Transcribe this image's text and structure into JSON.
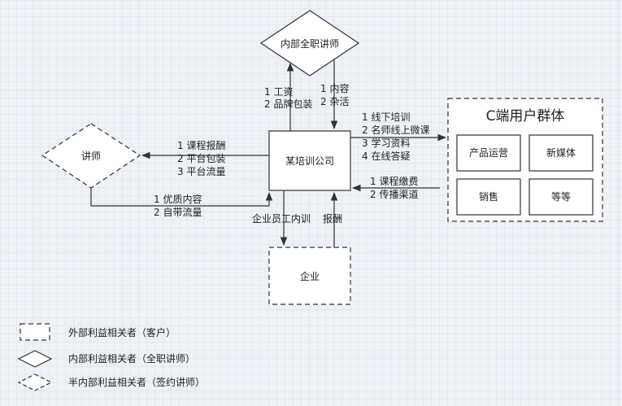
{
  "nodes": {
    "company": "某培训公司",
    "inner_lecturer": "内部全职讲师",
    "lecturer": "讲师",
    "enterprise": "企业",
    "c_group": {
      "title": "C端用户群体",
      "items": [
        "产品运营",
        "新媒体",
        "销售",
        "等等"
      ]
    }
  },
  "edges": {
    "company_to_inner": [
      "1 工资",
      "2 品牌包装"
    ],
    "inner_to_company": [
      "1 内容",
      "2 杂活"
    ],
    "company_to_lecturer": [
      "1 课程报酬",
      "2 平台包装",
      "3 平台流量"
    ],
    "lecturer_to_company": [
      "1 优质内容",
      "2 自带流量"
    ],
    "company_to_c": [
      "1 线下培训",
      "2 名师线上微课",
      "3 学习资料",
      "4 在线答疑"
    ],
    "c_to_company": [
      "1 课程缴费",
      "2 传播渠道"
    ],
    "company_to_enterprise": "企业员工内训",
    "enterprise_to_company": "报酬"
  },
  "legend": {
    "external": "外部利益相关者（客户）",
    "internal": "内部利益相关者（全职讲师）",
    "semi_internal": "半内部利益相关者（签约讲师）"
  },
  "colors": {
    "stroke": "#333333",
    "fill": "#ffffff"
  }
}
